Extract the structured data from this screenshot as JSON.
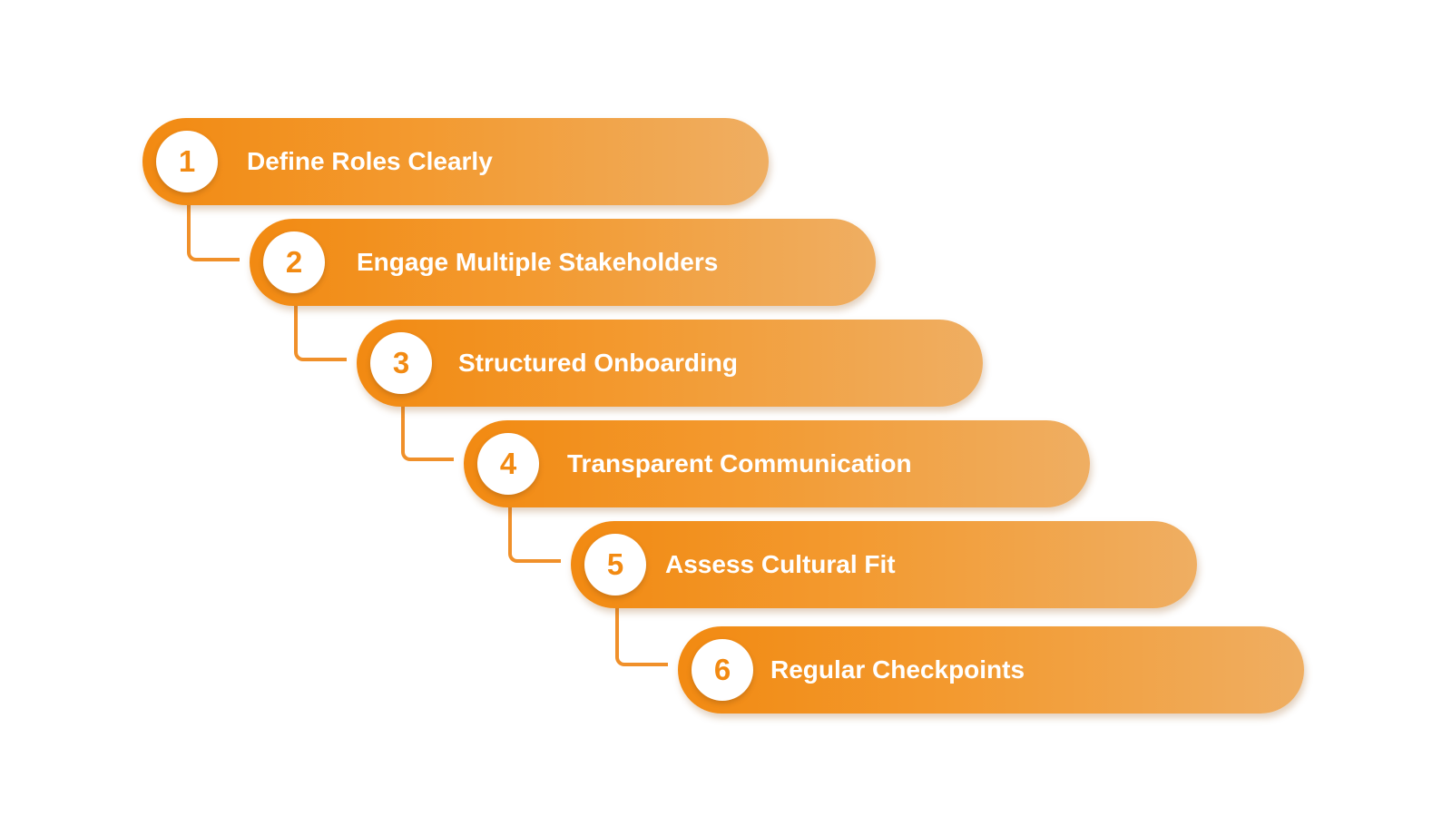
{
  "steps": [
    {
      "number": "1",
      "label": "Define Roles Clearly"
    },
    {
      "number": "2",
      "label": "Engage Multiple Stakeholders"
    },
    {
      "number": "3",
      "label": "Structured Onboarding"
    },
    {
      "number": "4",
      "label": "Transparent Communication"
    },
    {
      "number": "5",
      "label": "Assess Cultural Fit"
    },
    {
      "number": "6",
      "label": "Regular Checkpoints"
    }
  ],
  "colors": {
    "accent": "#f28a12",
    "accent_light": "#efae62",
    "connector": "#f0902a",
    "number_background": "#ffffff",
    "label_text": "#ffffff"
  }
}
